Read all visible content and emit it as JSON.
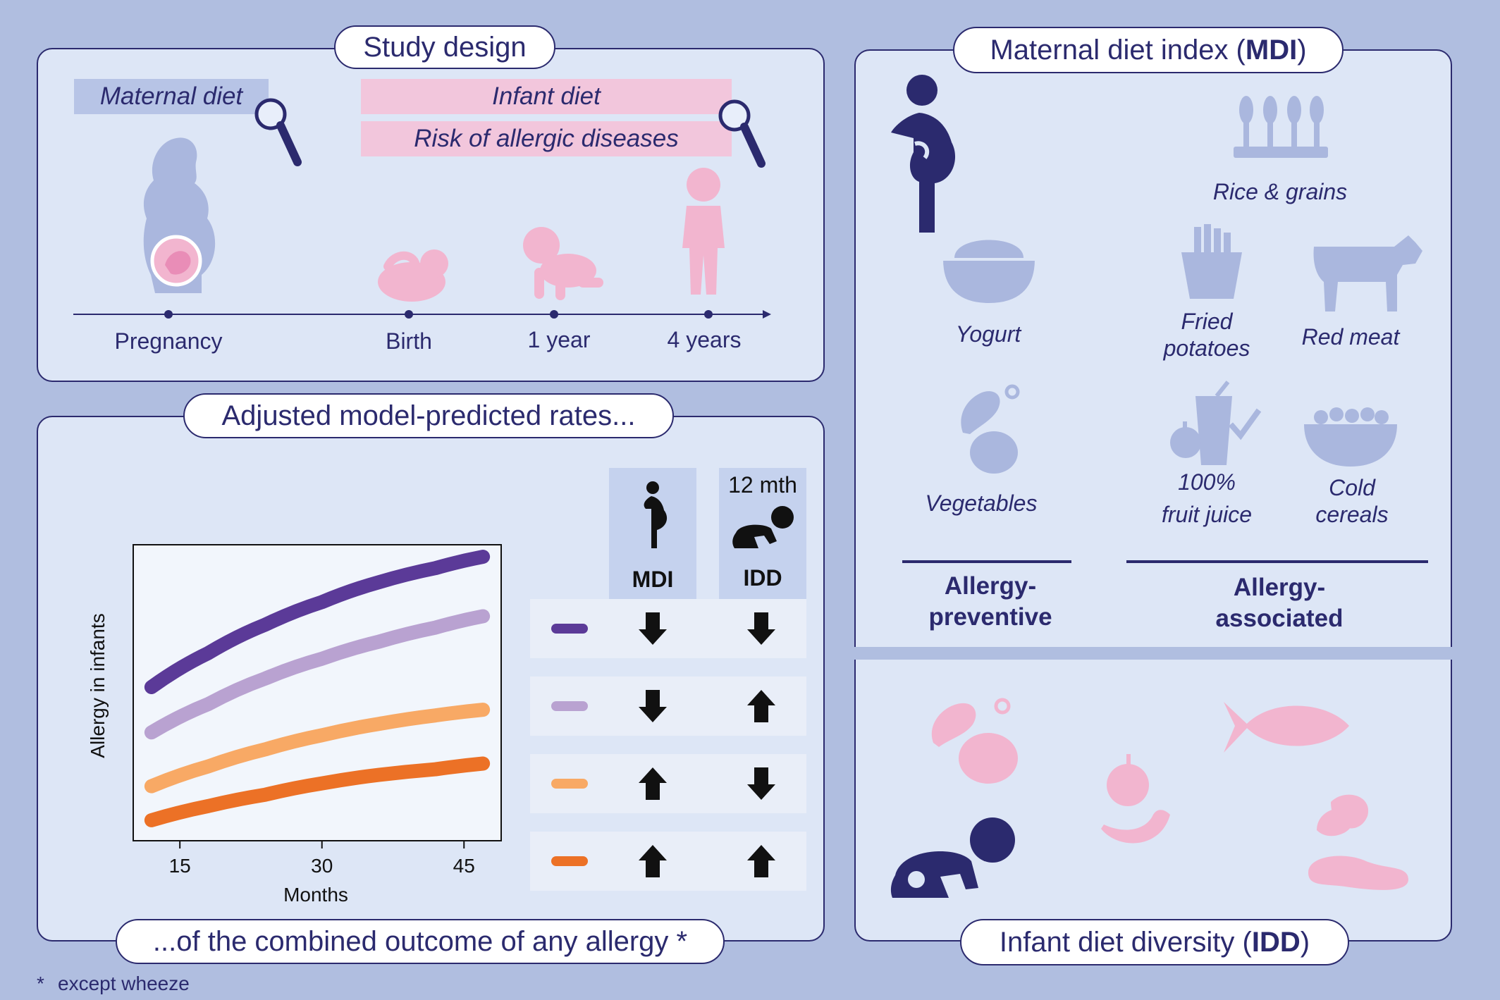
{
  "study_design": {
    "title": "Study design",
    "maternal_diet": "Maternal diet",
    "infant_diet": "Infant diet",
    "risk": "Risk of allergic diseases",
    "timeline": [
      "Pregnancy",
      "Birth",
      "1 year",
      "4 years"
    ]
  },
  "mdi": {
    "title_prefix": "Maternal diet index (",
    "title_bold": "MDI",
    "title_suffix": ")",
    "foods": {
      "rice": "Rice & grains",
      "yogurt": "Yogurt",
      "fried_1": "Fried",
      "fried_2": "potatoes",
      "red_meat": "Red meat",
      "vegetables": "Vegetables",
      "juice_1": "100%",
      "juice_2": "fruit juice",
      "cereal_1": "Cold",
      "cereal_2": "cereals"
    },
    "preventive_1": "Allergy-",
    "preventive_2": "preventive",
    "associated_1": "Allergy-",
    "associated_2": "associated"
  },
  "idd": {
    "title_prefix": "Infant diet diversity (",
    "title_bold": "IDD",
    "title_suffix": ")"
  },
  "rates": {
    "title": "Adjusted model-predicted rates...",
    "bottom_title": "...of the combined outcome of any allergy *",
    "col_mdi": "MDI",
    "col_idd": "IDD",
    "idd_age": "12 mth",
    "rows": [
      {
        "color": "#5b3a98",
        "mdi": "down",
        "idd": "down"
      },
      {
        "color": "#b9a2d1",
        "mdi": "down",
        "idd": "up"
      },
      {
        "color": "#f8a965",
        "mdi": "up",
        "idd": "down"
      },
      {
        "color": "#ec7126",
        "mdi": "up",
        "idd": "up"
      }
    ]
  },
  "chart_data": {
    "type": "line",
    "xlabel": "Months",
    "ylabel": "Allergy in infants",
    "xticks": [
      15,
      30,
      45
    ],
    "xlim": [
      10,
      49
    ],
    "ylim": [
      0,
      1
    ],
    "series": [
      {
        "color": "#5b3a98",
        "x": [
          12,
          18,
          24,
          30,
          36,
          42,
          47
        ],
        "y": [
          0.52,
          0.64,
          0.74,
          0.82,
          0.89,
          0.94,
          0.98
        ]
      },
      {
        "color": "#b9a2d1",
        "x": [
          12,
          18,
          24,
          30,
          36,
          42,
          47
        ],
        "y": [
          0.36,
          0.46,
          0.55,
          0.62,
          0.68,
          0.73,
          0.77
        ]
      },
      {
        "color": "#f8a965",
        "x": [
          12,
          18,
          24,
          30,
          36,
          42,
          47
        ],
        "y": [
          0.17,
          0.24,
          0.3,
          0.35,
          0.39,
          0.42,
          0.44
        ]
      },
      {
        "color": "#ec7126",
        "x": [
          12,
          18,
          24,
          30,
          36,
          42,
          47
        ],
        "y": [
          0.05,
          0.1,
          0.14,
          0.18,
          0.21,
          0.23,
          0.25
        ]
      }
    ]
  },
  "footnote_star": "*",
  "footnote": "except wheeze"
}
